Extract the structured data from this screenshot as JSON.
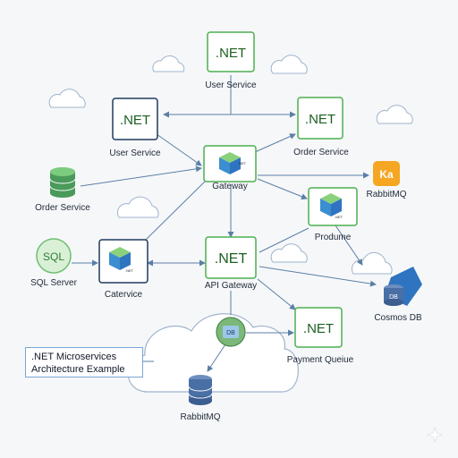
{
  "labels": {
    "user_service_top": "User Service",
    "user_service_left": "User Service",
    "order_service_right": "Order Service",
    "order_service_left": "Order Service",
    "gateway": "Gateway",
    "rabbitmq_right": "RabbitMQ",
    "produme": "Produme",
    "sql_server": "SQL Server",
    "catervice": "Catervice",
    "api_gateway": "API Gateway",
    "cosmos_db": "Cosmos DB",
    "payment_queue": "Payment Queiue",
    "rabbitmq_bottom": "RabbitMQ"
  },
  "badges": {
    "net": ".NET",
    "net_small": ".NET",
    "sql": "SQL",
    "kafka": "Ka",
    "db": "DB"
  },
  "note": {
    "line1": ".NET Microservices",
    "line2": "Architecture Example"
  },
  "colors": {
    "net_green": "#2e7d32",
    "box_border_green": "#4caf50",
    "box_border_blue": "#1e3a5f",
    "arrow": "#5b7fa6",
    "db_green": "#4a9a5b",
    "db_blue": "#4a6fa5",
    "kafka_orange": "#f5a623"
  }
}
